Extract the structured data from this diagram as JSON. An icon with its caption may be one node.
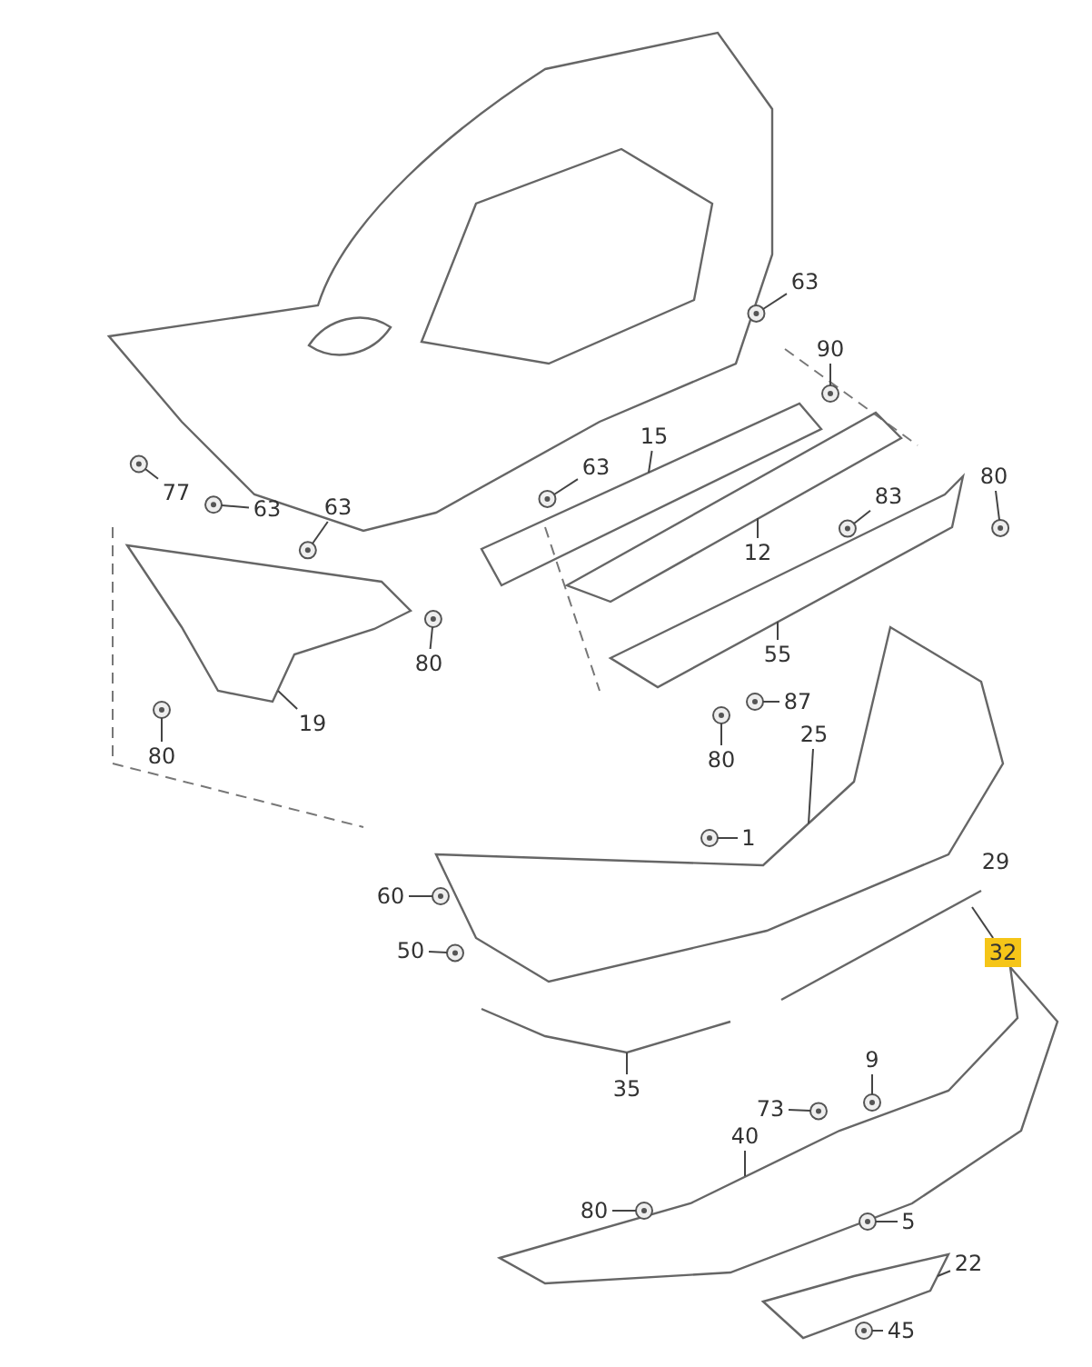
{
  "diagram": {
    "nodes": [
      {
        "text": [
          "63"
        ]
      },
      {
        "text": [
          "90"
        ]
      },
      {
        "text": [
          "77"
        ]
      },
      {
        "text": [
          "63"
        ]
      },
      {
        "text": [
          "15"
        ]
      },
      {
        "text": [
          "63"
        ]
      },
      {
        "text": [
          "80"
        ]
      },
      {
        "text": [
          "83"
        ]
      },
      {
        "text": [
          "12"
        ]
      },
      {
        "text": [
          "63"
        ]
      },
      {
        "text": [
          "80"
        ]
      },
      {
        "text": [
          "55"
        ]
      },
      {
        "text": [
          "87"
        ]
      },
      {
        "text": [
          "80"
        ]
      },
      {
        "text": [
          "19"
        ]
      },
      {
        "text": [
          "80"
        ]
      },
      {
        "text": [
          "25"
        ]
      },
      {
        "text": [
          "1"
        ]
      },
      {
        "text": [
          "60"
        ]
      },
      {
        "text": [
          "50"
        ]
      },
      {
        "text": [
          "32"
        ]
      },
      {
        "text": [
          "35"
        ]
      },
      {
        "text": [
          "9"
        ]
      },
      {
        "text": [
          "73"
        ]
      },
      {
        "text": [
          "40"
        ]
      },
      {
        "text": [
          "80"
        ]
      },
      {
        "text": [
          "5"
        ]
      },
      {
        "text": [
          "22"
        ]
      },
      {
        "text": [
          "45"
        ]
      },
      {
        "text": [],
        "shape": "picture"
      },
      {
        "text": [],
        "shape": "picture"
      },
      {
        "text": [],
        "shape": "picture"
      },
      {
        "text": [],
        "shape": "picture"
      },
      {
        "text": [],
        "shape": "picture"
      },
      {
        "text": [],
        "shape": "picture"
      },
      {
        "text": [],
        "shape": "picture"
      },
      {
        "text": [],
        "shape": "picture"
      },
      {
        "text": [],
        "shape": "picture"
      },
      {
        "text": [],
        "shape": "picture"
      },
      {
        "text": [],
        "shape": "picture"
      },
      {
        "text": [],
        "shape": "picture"
      },
      {
        "text": [],
        "shape": "picture"
      },
      {
        "text": [],
        "shape": "picture"
      },
      {
        "text": [],
        "shape": "picture"
      },
      {
        "text": [],
        "shape": "picture"
      },
      {
        "text": [],
        "shape": "picture"
      },
      {
        "text": [],
        "shape": "picture"
      },
      {
        "text": [],
        "shape": "picture"
      },
      {
        "text": [],
        "shape": "picture"
      },
      {
        "text": [],
        "shape": "picture"
      },
      {
        "text": [],
        "shape": "picture"
      },
      {
        "text": [],
        "shape": "picture"
      },
      {
        "text": [],
        "shape": "picture"
      },
      {
        "text": [],
        "shape": "picture"
      },
      {
        "text": [],
        "shape": "picture"
      },
      {
        "text": [],
        "shape": "picture"
      },
      {
        "text": [],
        "shape": "picture"
      },
      {
        "text": [],
        "shape": "picture"
      }
    ],
    "edges": [
      {
        "from": 0,
        "to": 29,
        "arrow": "none"
      },
      {
        "from": 1,
        "to": 30,
        "arrow": "none"
      },
      {
        "from": 2,
        "to": 31,
        "arrow": "none"
      },
      {
        "from": 3,
        "to": 32,
        "arrow": "none"
      },
      {
        "from": 4,
        "to": 33,
        "arrow": "none"
      },
      {
        "from": 5,
        "to": 34,
        "arrow": "none"
      },
      {
        "from": 6,
        "to": 35,
        "arrow": "none"
      },
      {
        "from": 7,
        "to": 36,
        "arrow": "none"
      },
      {
        "from": 8,
        "to": 37,
        "arrow": "none"
      },
      {
        "from": 9,
        "to": 38,
        "arrow": "none"
      },
      {
        "from": 10,
        "to": 39,
        "arrow": "none"
      },
      {
        "from": 11,
        "to": 40,
        "arrow": "none"
      },
      {
        "from": 12,
        "to": 41,
        "arrow": "none"
      },
      {
        "from": 13,
        "to": 42,
        "arrow": "none"
      },
      {
        "from": 14,
        "to": 43,
        "arrow": "none"
      },
      {
        "from": 15,
        "to": 44,
        "arrow": "none"
      },
      {
        "from": 16,
        "to": 45,
        "arrow": "none"
      },
      {
        "from": 17,
        "to": 46,
        "arrow": "none"
      },
      {
        "from": 18,
        "to": 47,
        "arrow": "none"
      },
      {
        "from": 19,
        "to": 48,
        "arrow": "none"
      },
      {
        "from": 20,
        "to": 49,
        "arrow": "none"
      },
      {
        "from": 21,
        "to": 50,
        "arrow": "none"
      },
      {
        "from": 22,
        "to": 51,
        "arrow": "none"
      },
      {
        "from": 23,
        "to": 52,
        "arrow": "none"
      },
      {
        "from": 24,
        "to": 53,
        "arrow": "none"
      },
      {
        "from": 25,
        "to": 54,
        "arrow": "none"
      },
      {
        "from": 26,
        "to": 55,
        "arrow": "none"
      },
      {
        "from": 27,
        "to": 56,
        "arrow": "none"
      },
      {
        "from": 28,
        "to": 57,
        "arrow": "none"
      }
    ],
    "labels": [
      "29"
    ]
  }
}
